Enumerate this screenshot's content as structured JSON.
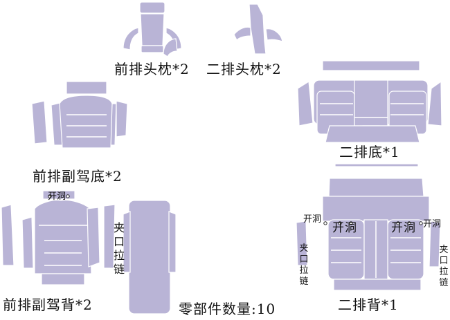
{
  "labels": {
    "front_headrest": "前排头枕*2",
    "rear_headrest": "二排头枕*2",
    "rear_cushion": "二排底*1",
    "front_passenger_cushion": "前排副驾底*2",
    "front_passenger_back": "前排副驾背*2",
    "rear_back": "二排背*1",
    "part_count": "零部件数量:10",
    "hole": "开洞",
    "zipper": "夹口拉链"
  },
  "colors": {
    "panel_fill": "#b9b4d6",
    "seam": "#ffffff",
    "text": "#111111"
  }
}
